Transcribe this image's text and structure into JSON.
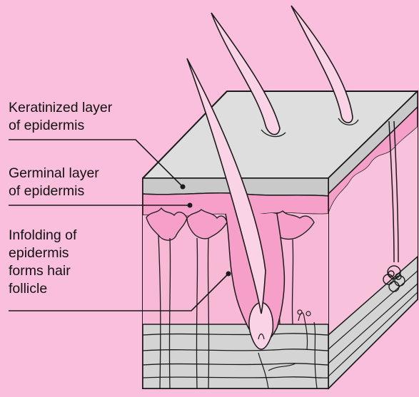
{
  "labels": {
    "keratinized": [
      "Keratinized layer",
      "of epidermis"
    ],
    "germinal": [
      "Germinal layer",
      "of epidermis"
    ],
    "infolding": [
      "Infolding of",
      "epidermis",
      "forms hair",
      "follicle"
    ]
  },
  "colors": {
    "background": "#fbbfde",
    "surface_top": "#dedede",
    "keratin_layer": "#c9c9c9",
    "germinal_layer": "#f59fc9",
    "dermis": "#f9c2dc",
    "dermis_front": "#fbcde3",
    "subcutaneous": "#d4d4d4",
    "hair": "#fbd3e6",
    "outline": "#1a1a1a"
  }
}
